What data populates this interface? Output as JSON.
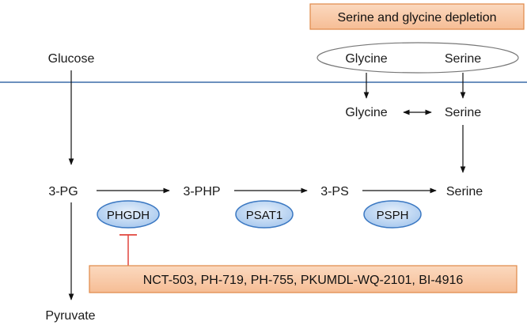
{
  "header_box": {
    "text": "Serine and glycine depletion"
  },
  "labels": {
    "glucose": "Glucose",
    "pg": "3-PG",
    "php": "3-PHP",
    "ps": "3-PS",
    "serine_main": "Serine",
    "pyruvate": "Pyruvate",
    "glycine_in": "Glycine",
    "serine_in": "Serine",
    "glycine_out": "Glycine",
    "serine_out": "Serine"
  },
  "enzymes": {
    "phgdh": "PHGDH",
    "psat1": "PSAT1",
    "psph": "PSPH"
  },
  "inhibitor_box": {
    "text": "NCT-503, PH-719, PH-755, PKUMDL-WQ-2101, BI-4916"
  },
  "colors": {
    "orange_fill": "#f8c9a6",
    "orange_stroke": "#e08848",
    "membrane": "#3b6ba8",
    "enzyme_fill": "#bcd6f2",
    "enzyme_stroke": "#3b78c2",
    "inhibit": "#e0443c",
    "arrow": "#111111"
  }
}
